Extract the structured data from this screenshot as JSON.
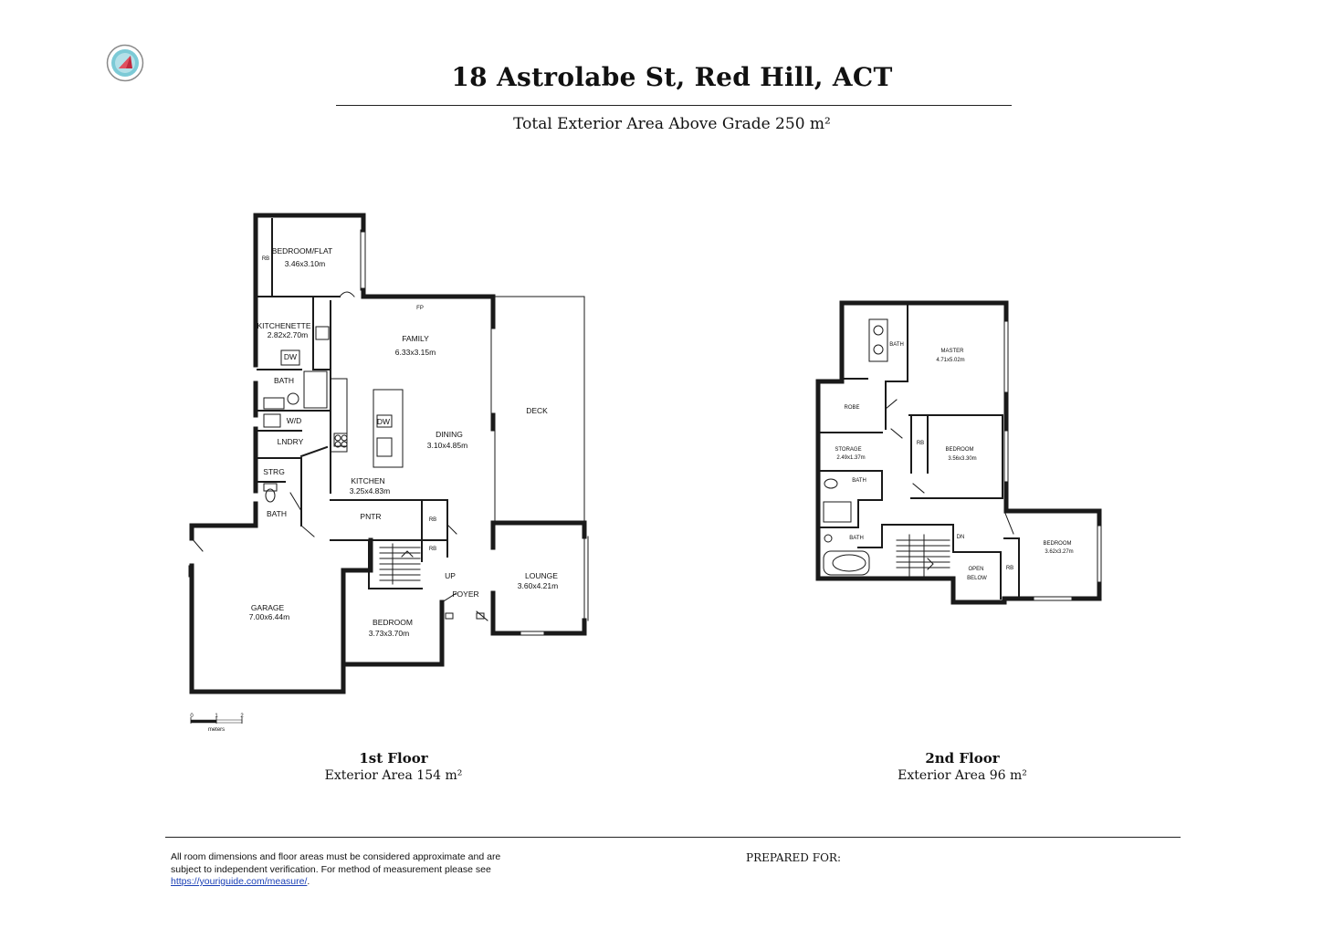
{
  "header": {
    "title": "18 Astrolabe St, Red Hill, ACT",
    "subtitle": "Total Exterior Area Above Grade 250 m²",
    "logo_icon": "pin-logo-icon"
  },
  "floor1": {
    "name": "1st Floor",
    "area": "Exterior Area 154 m²",
    "rooms": {
      "bedroom_flat": "BEDROOM/FLAT",
      "bedroom_flat_dim": "3.46x3.10m",
      "rb1": "RB",
      "kitchenette": "KITCHENETTE",
      "kitchenette_dim": "2.82x2.70m",
      "dw1": "DW",
      "bath1": "BATH",
      "wd": "W/D",
      "lndry": "LNDRY",
      "strg": "STRG",
      "bath2": "BATH",
      "fp": "FP",
      "family": "FAMILY",
      "family_dim": "6.33x3.15m",
      "dw2": "DW",
      "dining": "DINING",
      "dining_dim": "3.10x4.85m",
      "deck": "DECK",
      "kitchen": "KITCHEN",
      "kitchen_dim": "3.25x4.83m",
      "pntr": "PNTR",
      "rb2": "RB",
      "rb3": "RB",
      "up": "UP",
      "foyer": "FOYER",
      "lounge": "LOUNGE",
      "lounge_dim": "3.60x4.21m",
      "garage": "GARAGE",
      "garage_dim": "7.00x6.44m",
      "bedroom": "BEDROOM",
      "bedroom_dim": "3.73x3.70m"
    },
    "scale": {
      "t0": "0",
      "t1": "1",
      "t2": "2",
      "unit": "meters"
    }
  },
  "floor2": {
    "name": "2nd Floor",
    "area": "Exterior Area 96 m²",
    "rooms": {
      "bath_ens": "BATH",
      "master": "MASTER",
      "master_dim": "4.71x5.02m",
      "robe": "ROBE",
      "storage": "STORAGE",
      "storage_dim": "2.49x1.37m",
      "bath_a": "BATH",
      "rb": "RB",
      "bedroom2": "BEDROOM",
      "bedroom2_dim": "3.56x3.30m",
      "bath_b": "BATH",
      "dn": "DN",
      "open_below_1": "OPEN",
      "open_below_2": "BELOW",
      "rb2": "RB",
      "bedroom3": "BEDROOM",
      "bedroom3_dim": "3.62x3.27m"
    }
  },
  "footer": {
    "disclaimer": "All room dimensions and floor areas must be considered approximate and are subject to independent verification. For method of measurement please see ",
    "link": "https://youriguide.com/measure/",
    "link_suffix": ".",
    "prepared_for": "PREPARED FOR:"
  },
  "colors": {
    "wall": "#1a1a1a",
    "accent_red": "#c0283c",
    "accent_teal": "#5ab8c9",
    "link": "#1a3fb5"
  }
}
